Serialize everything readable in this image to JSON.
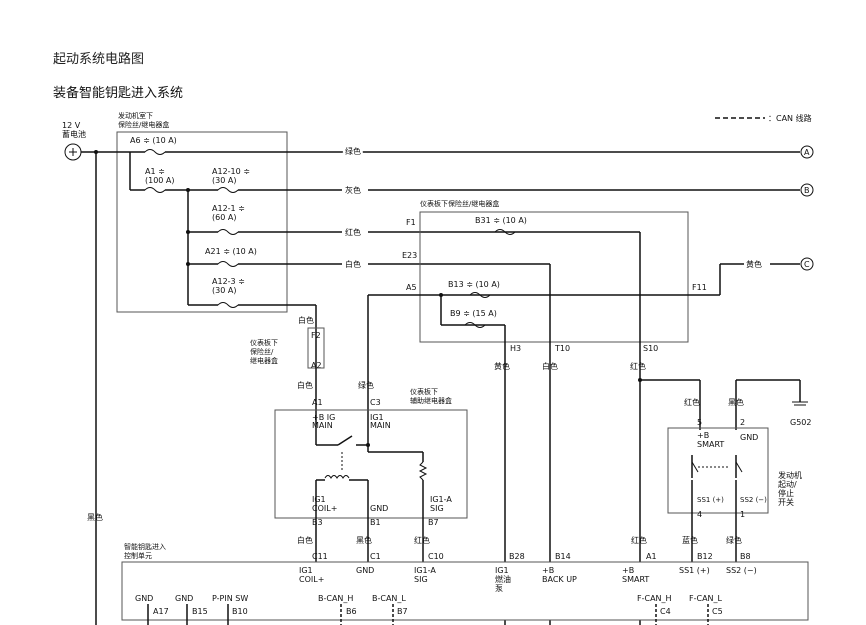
{
  "page": {
    "title": "起动系统电路图",
    "subtitle": "装备智能钥匙进入系统"
  },
  "legend": {
    "can": "：CAN 线路"
  },
  "battery": {
    "volt": "12 V",
    "name": "蓄电池"
  },
  "engine_box": {
    "l1": "发动机室下",
    "l2": "保险丝/继电器盒"
  },
  "fuses_engine": {
    "a6": "A6",
    "a6_amp": "(10 A)",
    "a1": "A1",
    "a1_amp": "(100 A)",
    "a12_10": "A12-10",
    "a12_10_amp": "(30 A)",
    "a12_1": "A12-1",
    "a12_1_amp": "(60 A)",
    "a21": "A21",
    "a21_amp": "(10 A)",
    "a12_3": "A12-3",
    "a12_3_amp": "(30 A)"
  },
  "wires": {
    "green": "绿色",
    "gray": "灰色",
    "red": "红色",
    "white": "白色",
    "yellow": "黄色",
    "black": "黑色",
    "blue": "蓝色"
  },
  "connectors_out": {
    "a": "A",
    "b": "B",
    "c": "C"
  },
  "dash_box": {
    "title": "仪表板下保险丝/继电器盒"
  },
  "fuses_dash": {
    "b31": "B31",
    "b31_amp": "(10 A)",
    "b13": "B13",
    "b13_amp": "(10 A)",
    "b9": "B9",
    "b9_amp": "(15 A)"
  },
  "pins": {
    "f1": "F1",
    "e23": "E23",
    "a5": "A5",
    "f11": "F11",
    "h3": "H3",
    "t10": "T10",
    "s10": "S10",
    "f2": "F2",
    "a2": "A2",
    "a1": "A1",
    "c3": "C3",
    "b3": "B3",
    "b1": "B1",
    "b7": "B7",
    "p5": "5",
    "p2": "2",
    "p4": "4",
    "p1": "1"
  },
  "small_box": {
    "l1": "仪表板下",
    "l2": "保险丝/",
    "l3": "继电器盒"
  },
  "relay_box": {
    "l1": "仪表板下",
    "l2": "辅助继电器盒",
    "b_ig": "+B IG",
    "main1": "MAIN",
    "ig1": "IG1",
    "main2": "MAIN",
    "coil_ig1": "IG1",
    "coil": "COIL+",
    "gnd": "GND",
    "sig_ig1": "IG1-A",
    "sig": "SIG"
  },
  "switch": {
    "bsmart1": "+B",
    "bsmart2": "SMART",
    "gnd": "GND",
    "ss1": "SS1 (+)",
    "ss2": "SS2 (−)",
    "name1": "发动机",
    "name2": "起动/",
    "name3": "停止",
    "name4": "开关"
  },
  "ground": {
    "g502": "G502"
  },
  "ecu": {
    "l1": "智能钥匙进入",
    "l2": "控制单元",
    "c11": "C11",
    "c1": "C1",
    "c10": "C10",
    "b28": "B28",
    "b14": "B14",
    "a1": "A1",
    "b12": "B12",
    "b8": "B8",
    "c11_a": "IG1",
    "c11_b": "COIL+",
    "c1_a": "GND",
    "c10_a": "IG1-A",
    "c10_b": "SIG",
    "b28_a": "IG1",
    "b28_b": "燃油",
    "b28_c": "泵",
    "b14_a": "+B",
    "b14_b": "BACK UP",
    "a1_a": "+B",
    "a1_b": "SMART",
    "b12_a": "SS1 (+)",
    "b8_a": "SS2 (−)",
    "bottom": {
      "gnd1": "GND",
      "gnd2": "GND",
      "ppin": "P-PIN SW",
      "bcanh": "B-CAN_H",
      "bcanl": "B-CAN_L",
      "fcanh": "F-CAN_H",
      "fcanl": "F-CAN_L",
      "a17": "A17",
      "b15": "B15",
      "b10": "B10",
      "b6": "B6",
      "b7": "B7",
      "c4": "C4",
      "c5": "C5"
    }
  }
}
